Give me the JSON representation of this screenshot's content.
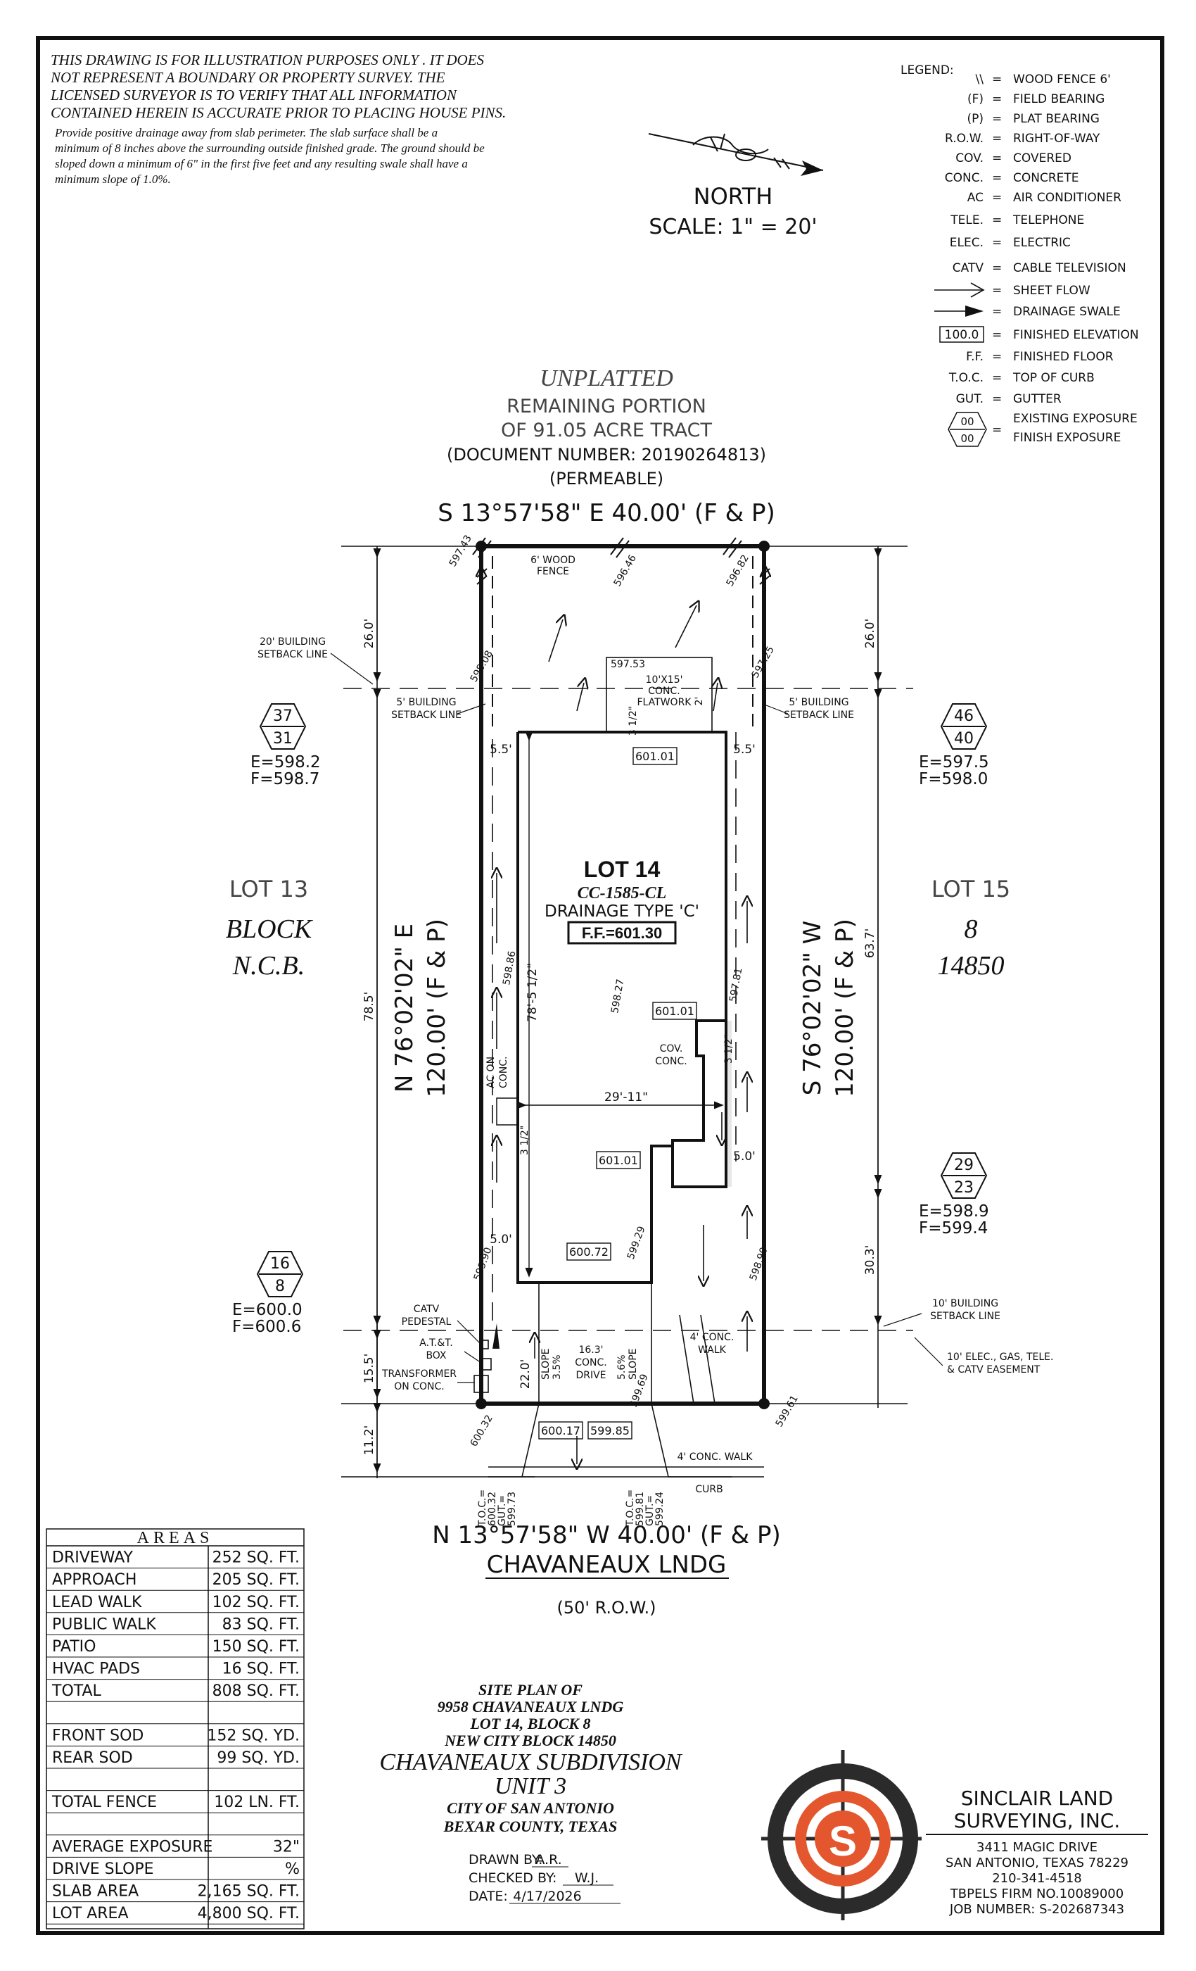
{
  "disclaimer": {
    "lines": [
      "THIS DRAWING IS FOR ILLUSTRATION PURPOSES ONLY . IT DOES",
      "NOT REPRESENT A BOUNDARY OR PROPERTY SURVEY. THE",
      "LICENSED SURVEYOR IS TO VERIFY THAT ALL INFORMATION",
      "CONTAINED HEREIN IS ACCURATE PRIOR TO PLACING HOUSE PINS."
    ],
    "drainage": [
      "Provide positive drainage away from slab perimeter. The slab surface shall be a",
      "minimum of 8 inches above the surrounding outside finished grade. The ground should be",
      "sloped down a minimum of 6\" in the first five feet and any resulting swale shall have a",
      "minimum slope of 1.0%."
    ]
  },
  "north": {
    "label": "NORTH",
    "scale": "SCALE:  1\"  =  20'"
  },
  "legend": {
    "title": "LEGEND:",
    "items": [
      {
        "sym": "\\\\",
        "text": "WOOD FENCE 6'"
      },
      {
        "sym": "(F)",
        "text": "FIELD BEARING"
      },
      {
        "sym": "(P)",
        "text": "PLAT BEARING"
      },
      {
        "sym": "R.O.W.",
        "text": "RIGHT-OF-WAY"
      },
      {
        "sym": "COV.",
        "text": "COVERED"
      },
      {
        "sym": "CONC.",
        "text": "CONCRETE"
      },
      {
        "sym": "AC",
        "text": "AIR CONDITIONER"
      },
      {
        "sym": "TELE.",
        "text": "TELEPHONE"
      },
      {
        "sym": "ELEC.",
        "text": "ELECTRIC"
      },
      {
        "sym": "CATV",
        "text": "CABLE TELEVISION"
      },
      {
        "sym": "",
        "text": "SHEET FLOW"
      },
      {
        "sym": "",
        "text": "DRAINAGE SWALE"
      },
      {
        "sym": "100.0",
        "text": "FINISHED ELEVATION"
      },
      {
        "sym": "F.F.",
        "text": "FINISHED FLOOR"
      },
      {
        "sym": "T.O.C.",
        "text": "TOP OF CURB"
      },
      {
        "sym": "GUT.",
        "text": "GUTTER"
      }
    ],
    "exposure_sym": "00",
    "exposure_1": "EXISTING EXPOSURE",
    "exposure_2": "FINISH EXPOSURE"
  },
  "unplatted": {
    "title": "UNPLATTED",
    "line1": "REMAINING PORTION",
    "line2": "OF 91.05 ACRE TRACT",
    "line3": "(DOCUMENT NUMBER: 20190264813)",
    "line4": "(PERMEABLE)"
  },
  "bearings": {
    "north": "S 13°57'58\" E 40.00' (F & P)",
    "south": "N 13°57'58\" W 40.00' (F & P)",
    "west_1": "N 76°02'02\" E",
    "west_2": "120.00' (F & P)",
    "east_1": "S 76°02'02\" W",
    "east_2": "120.00' (F & P)"
  },
  "street": {
    "name": "CHAVANEAUX LNDG",
    "row": "(50' R.O.W.)"
  },
  "lot": {
    "title": "LOT 14",
    "plan": "CC-1585-CL",
    "drainage": "DRAINAGE TYPE 'C'",
    "ff": "F.F.=601.30"
  },
  "neighbors": {
    "lot13": "LOT 13",
    "lot15": "LOT 15",
    "block": "BLOCK",
    "block_no": "8",
    "ncb": "N.C.B.",
    "ncb_no": "14850"
  },
  "exposures": [
    {
      "top": "37",
      "bottom": "31",
      "e": "E=598.2",
      "f": "F=598.7"
    },
    {
      "top": "46",
      "bottom": "40",
      "e": "E=597.5",
      "f": "F=598.0"
    },
    {
      "top": "29",
      "bottom": "23",
      "e": "E=598.9",
      "f": "F=599.4"
    },
    {
      "top": "16",
      "bottom": "8",
      "e": "E=600.0",
      "f": "F=600.6"
    }
  ],
  "labels": {
    "fence": [
      "6' WOOD",
      "FENCE"
    ],
    "setback20": [
      "20' BUILDING",
      "SETBACK LINE"
    ],
    "setback5_left": [
      "5' BUILDING",
      "SETBACK LINE"
    ],
    "setback5_right": [
      "5' BUILDING",
      "SETBACK LINE"
    ],
    "setback10": [
      "10' BUILDING",
      "SETBACK LINE"
    ],
    "easement": [
      "10' ELEC., GAS, TELE.",
      "& CATV EASEMENT"
    ],
    "flatwork": [
      "10'X15'",
      "CONC.",
      "FLATWORK"
    ],
    "cov_conc": [
      "COV.",
      "CONC."
    ],
    "ac": [
      "AC ON",
      "CONC."
    ],
    "catv": [
      "CATV",
      "PEDESTAL"
    ],
    "att": [
      "A.T.&T.",
      "BOX"
    ],
    "transformer": [
      "TRANSFORMER",
      "ON CONC."
    ],
    "conc_walk_side": [
      "4' CONC.",
      "WALK"
    ],
    "conc_drive": [
      "16.3'",
      "CONC.",
      "DRIVE"
    ],
    "slope_l": [
      "SLOPE",
      "3.5%"
    ],
    "slope_r": [
      "5.6%",
      "SLOPE"
    ],
    "conc_walk": "4' CONC. WALK",
    "curb": "CURB",
    "toc_left": [
      "T.O.C.=",
      "600.32",
      "GUT.=",
      "599.73"
    ],
    "toc_right": [
      "T.O.C.=",
      "599.81",
      "GUT.=",
      "599.24"
    ]
  },
  "dims": {
    "d26_left": "26.0'",
    "d26_right": "26.0'",
    "d785": "78.5'",
    "d637": "63.7'",
    "d303": "30.3'",
    "d155": "15.5'",
    "d112": "11.2'",
    "d55_l": "5.5'",
    "d55_r": "5.5'",
    "d50_l": "5.0'",
    "d50_r": "5.0'",
    "d7851": "78'-5 1/2\"",
    "d2911": "29'-11\"",
    "d220": "22.0'",
    "d2": "2'",
    "d312a": "3 1/2\"",
    "d312b": "3 1/2\"",
    "d312c": "3 1/2\""
  },
  "elevations": {
    "boxed": [
      "601.01",
      "601.01",
      "601.01",
      "600.72",
      "600.17",
      "599.85"
    ],
    "spots": [
      "597.43",
      "596.46",
      "596.82",
      "598.08",
      "597.53",
      "597.25",
      "598.86",
      "598.27",
      "597.81",
      "599.29",
      "599.90",
      "598.90",
      "599.61",
      "600.32",
      "599.69"
    ]
  },
  "areas": {
    "title": "AREAS",
    "rows": [
      {
        "label": "DRIVEWAY",
        "value": "252 SQ. FT."
      },
      {
        "label": "APPROACH",
        "value": "205 SQ. FT."
      },
      {
        "label": "LEAD WALK",
        "value": "102 SQ. FT."
      },
      {
        "label": "PUBLIC WALK",
        "value": "83 SQ. FT."
      },
      {
        "label": "PATIO",
        "value": "150 SQ. FT."
      },
      {
        "label": "HVAC PADS",
        "value": "16 SQ. FT."
      },
      {
        "label": "TOTAL",
        "value": "808 SQ. FT."
      },
      {
        "label": "",
        "value": ""
      },
      {
        "label": "FRONT SOD",
        "value": "152 SQ. YD."
      },
      {
        "label": "REAR SOD",
        "value": "99 SQ. YD."
      },
      {
        "label": "",
        "value": ""
      },
      {
        "label": "TOTAL FENCE",
        "value": "102 LN. FT."
      },
      {
        "label": "",
        "value": ""
      },
      {
        "label": "AVERAGE EXPOSURE",
        "value": "32\""
      },
      {
        "label": "DRIVE SLOPE",
        "value": "%"
      },
      {
        "label": "SLAB AREA",
        "value": "2,165 SQ. FT."
      },
      {
        "label": "LOT AREA",
        "value": "4,800 SQ. FT."
      }
    ]
  },
  "title_block": {
    "line1": "SITE PLAN OF",
    "line2": "9958 CHAVANEAUX LNDG",
    "line3": "LOT 14, BLOCK 8",
    "line4": "NEW CITY BLOCK 14850",
    "line5": "CHAVANEAUX SUBDIVISION",
    "line6": "UNIT 3",
    "line7": "CITY OF SAN ANTONIO",
    "line8": "BEXAR COUNTY, TEXAS",
    "drawn_label": "DRAWN BY:",
    "drawn": "A.R.",
    "checked_label": "CHECKED BY:",
    "checked": "W.J.",
    "date_label": "DATE:",
    "date": "4/17/2026"
  },
  "company": {
    "logo_letter": "S",
    "name1": "SINCLAIR LAND",
    "name2": "SURVEYING, INC.",
    "addr1": "3411 MAGIC DRIVE",
    "addr2": "SAN ANTONIO, TEXAS 78229",
    "phone": "210-341-4518",
    "firm": "TBPELS FIRM NO.10089000",
    "job": "JOB NUMBER: S-202687343"
  },
  "colors": {
    "logo_orange": "#e4572e",
    "logo_dark": "#2b2b2b",
    "ink": "#111111"
  }
}
